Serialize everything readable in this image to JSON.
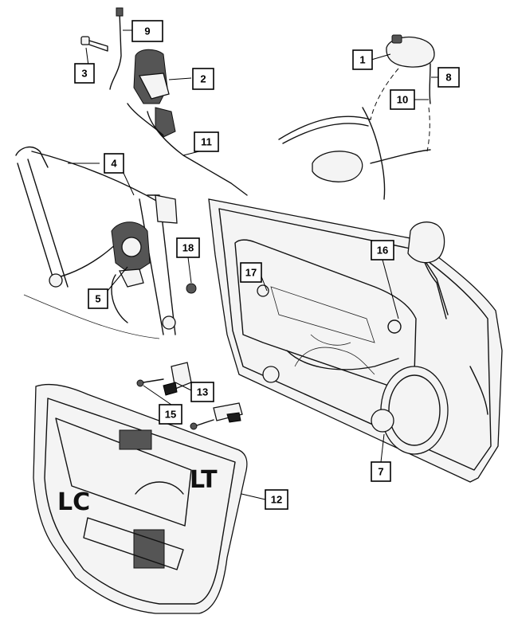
{
  "callouts": [
    {
      "id": "1",
      "label": "1"
    },
    {
      "id": "2",
      "label": "2"
    },
    {
      "id": "3",
      "label": "3"
    },
    {
      "id": "4",
      "label": "4"
    },
    {
      "id": "5",
      "label": "5"
    },
    {
      "id": "7",
      "label": "7"
    },
    {
      "id": "8",
      "label": "8"
    },
    {
      "id": "9",
      "label": "9"
    },
    {
      "id": "10",
      "label": "10"
    },
    {
      "id": "11",
      "label": "11"
    },
    {
      "id": "12",
      "label": "12"
    },
    {
      "id": "13",
      "label": "13"
    },
    {
      "id": "15",
      "label": "15"
    },
    {
      "id": "16",
      "label": "16"
    },
    {
      "id": "17",
      "label": "17"
    },
    {
      "id": "18",
      "label": "18"
    }
  ],
  "trim_panel_markings": {
    "left": "LC",
    "right": "LT"
  }
}
